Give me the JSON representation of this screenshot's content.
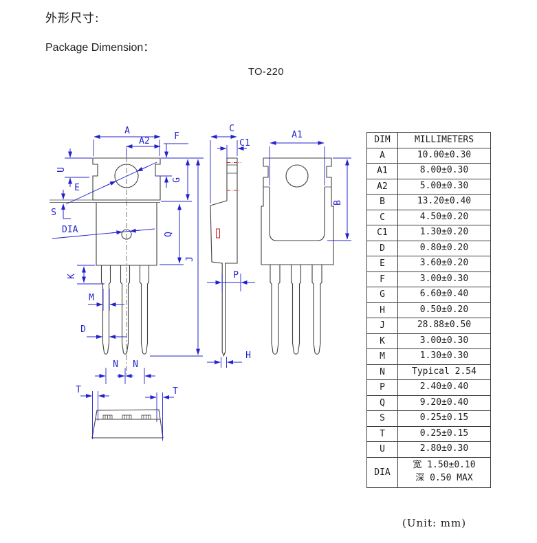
{
  "header": {
    "title_cn": "外形尺寸:",
    "title_en": "Package Dimension：",
    "package_name": "TO-220"
  },
  "drawing": {
    "colors": {
      "dimension_blue": "#2323cd",
      "outline_gray": "#3f3f3f",
      "highlight_red": "#cc2222"
    },
    "labels": {
      "A": "A",
      "A2": "A2",
      "F": "F",
      "U": "U",
      "E": "E",
      "G": "G",
      "S": "S",
      "DIA": "DIA",
      "Q": "Q",
      "J": "J",
      "K": "K",
      "M": "M",
      "D": "D",
      "N1": "N",
      "N2": "N",
      "T1": "T",
      "T2": "T",
      "C": "C",
      "C1": "C1",
      "P": "P",
      "H": "H",
      "A1": "A1",
      "B": "B"
    }
  },
  "table": {
    "headers": [
      "DIM",
      "MILLIMETERS"
    ],
    "rows": [
      {
        "dim": "A",
        "value": "10.00±0.30"
      },
      {
        "dim": "A1",
        "value": "8.00±0.30"
      },
      {
        "dim": "A2",
        "value": "5.00±0.30"
      },
      {
        "dim": "B",
        "value": "13.20±0.40"
      },
      {
        "dim": "C",
        "value": "4.50±0.20"
      },
      {
        "dim": "C1",
        "value": "1.30±0.20"
      },
      {
        "dim": "D",
        "value": "0.80±0.20"
      },
      {
        "dim": "E",
        "value": "3.60±0.20"
      },
      {
        "dim": "F",
        "value": "3.00±0.30"
      },
      {
        "dim": "G",
        "value": "6.60±0.40"
      },
      {
        "dim": "H",
        "value": "0.50±0.20"
      },
      {
        "dim": "J",
        "value": "28.88±0.50"
      },
      {
        "dim": "K",
        "value": "3.00±0.30"
      },
      {
        "dim": "M",
        "value": "1.30±0.30"
      },
      {
        "dim": "N",
        "value": "Typical 2.54"
      },
      {
        "dim": "P",
        "value": "2.40±0.40"
      },
      {
        "dim": "Q",
        "value": "9.20±0.40"
      },
      {
        "dim": "S",
        "value": "0.25±0.15"
      },
      {
        "dim": "T",
        "value": "0.25±0.15"
      },
      {
        "dim": "U",
        "value": "2.80±0.30"
      },
      {
        "dim": "DIA",
        "value": "宽 1.50±0.10\n深 0.50 MAX",
        "tall": true
      }
    ]
  },
  "footer": {
    "unit_note": "(Unit: mm)"
  }
}
